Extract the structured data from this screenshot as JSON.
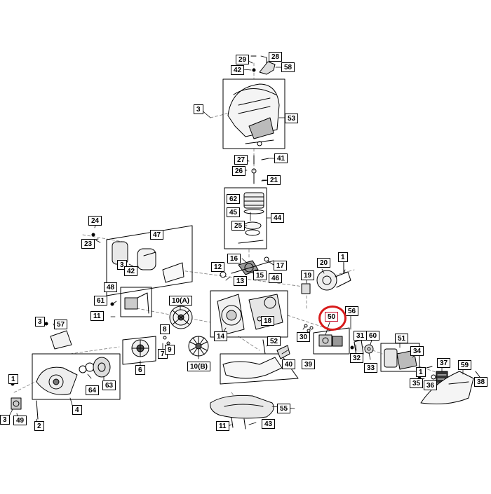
{
  "diagram": {
    "highlight_color": "#d81b1b",
    "highlighted_part": "50",
    "labels": {
      "p1": "1",
      "p1b": "1",
      "p2": "2",
      "p3a": "3",
      "p3b": "3",
      "p3c": "3",
      "p3d": "3",
      "p4": "4",
      "p6": "6",
      "p7": "7",
      "p8": "8",
      "p9": "9",
      "p10a": "10(A)",
      "p10b": "10(B)",
      "p11a": "11",
      "p11b": "11",
      "p12": "12",
      "p13": "13",
      "p14": "14",
      "p15": "15",
      "p16": "16",
      "p17": "17",
      "p18": "18",
      "p19": "19",
      "p20": "20",
      "p21": "21",
      "p23": "23",
      "p24": "24",
      "p25": "25",
      "p26": "26",
      "p27": "27",
      "p28": "28",
      "p29": "29",
      "p30": "30",
      "p31": "31",
      "p32": "32",
      "p33": "33",
      "p34": "34",
      "p35": "35",
      "p36": "36",
      "p37": "37",
      "p38": "38",
      "p39": "39",
      "p40": "40",
      "p41": "41",
      "p42a": "42",
      "p42b": "42",
      "p43": "43",
      "p44": "44",
      "p45": "45",
      "p46": "46",
      "p47": "47",
      "p48": "48",
      "p49": "49",
      "p50": "50",
      "p51": "51",
      "p52": "52",
      "p53": "53",
      "p55": "55",
      "p56": "56",
      "p57": "57",
      "p58": "58",
      "p59": "59",
      "p60": "60",
      "p61": "61",
      "p62": "62",
      "p63": "63",
      "p64": "64"
    }
  }
}
